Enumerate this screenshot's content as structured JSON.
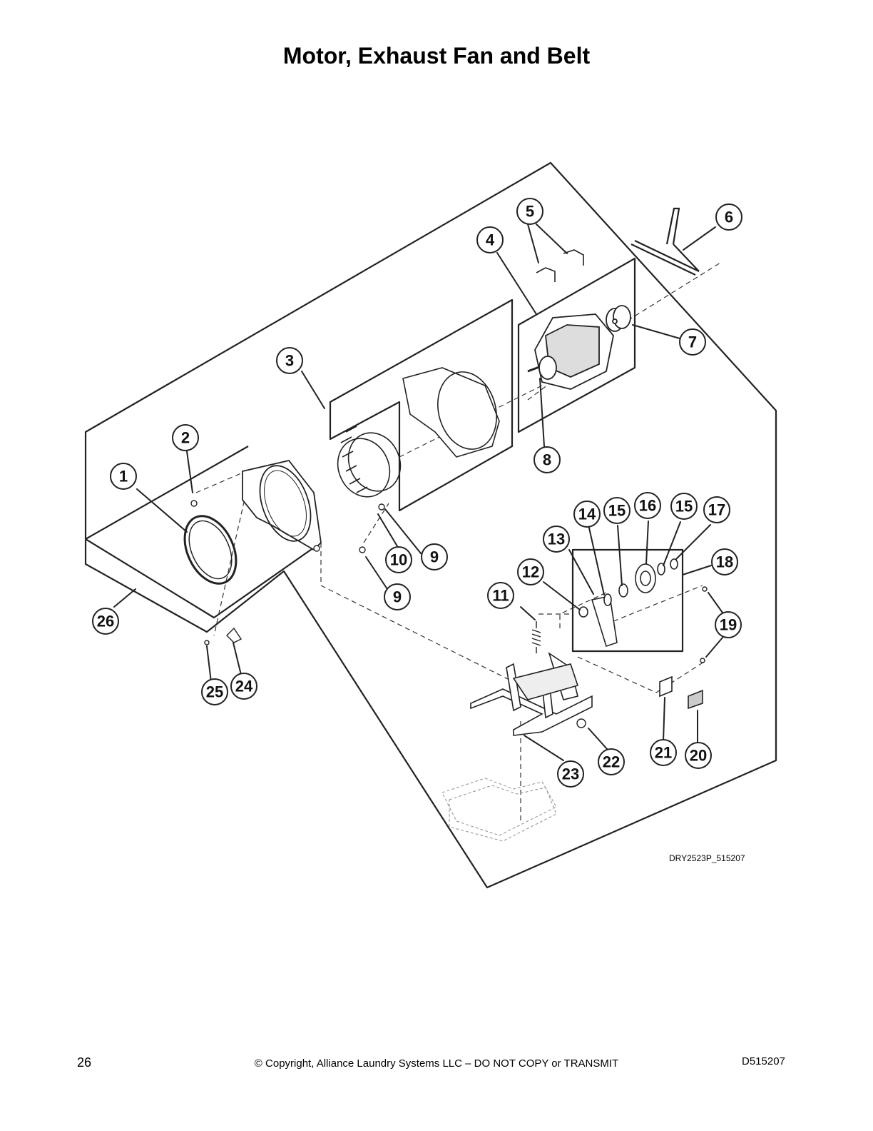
{
  "title": "Motor, Exhaust Fan and Belt",
  "drawing_number": "DRY2523P_515207",
  "callouts": [
    "1",
    "2",
    "3",
    "4",
    "5",
    "6",
    "7",
    "8",
    "9",
    "9",
    "10",
    "11",
    "12",
    "13",
    "14",
    "15",
    "15",
    "16",
    "17",
    "18",
    "19",
    "20",
    "21",
    "22",
    "23",
    "24",
    "25",
    "26"
  ],
  "footer": {
    "page_number": "26",
    "copyright": "© Copyright, Alliance Laundry Systems LLC – DO NOT COPY or TRANSMIT",
    "document_id": "D515207"
  }
}
